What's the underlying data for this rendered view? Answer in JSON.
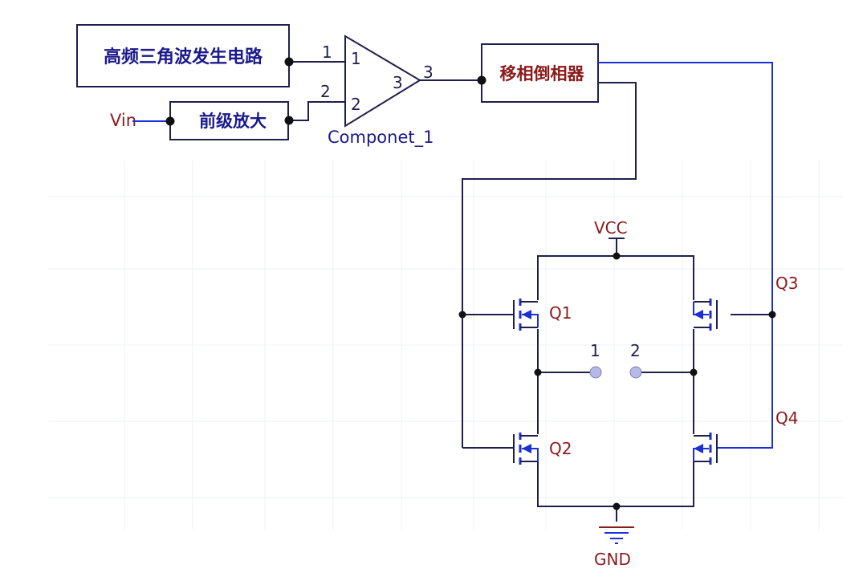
{
  "blocks": {
    "generator": "高频三角波发生电路",
    "preamp": "前级放大",
    "phase_inverter": "移相倒相器"
  },
  "comparator": {
    "name": "Componet_1",
    "pin1": "1",
    "pin2": "2",
    "pin3": "3"
  },
  "wire_labels": {
    "net1": "1",
    "net2": "2",
    "net3": "3"
  },
  "signals": {
    "vin": "Vin",
    "vcc": "VCC",
    "gnd": "GND"
  },
  "transistors": {
    "q1": "Q1",
    "q2": "Q2",
    "q3": "Q3",
    "q4": "Q4"
  },
  "outputs": {
    "out1": "1",
    "out2": "2"
  },
  "colors": {
    "wire_dark": "#1f1f4d",
    "wire_blue": "#1c2fd6",
    "block_text": "#1a1a8c",
    "red_text": "#8b1a1a",
    "terminal": "#b8b8e8",
    "grid": "#eef0f4"
  }
}
